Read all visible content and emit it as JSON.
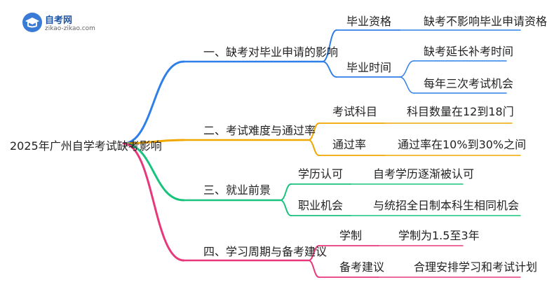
{
  "logo": {
    "name": "自考网",
    "url": "zikao-zikao.com"
  },
  "root": "2025年广州自学考试缺考影响",
  "colors": {
    "b1": "#2f7fe8",
    "b2": "#f0a800",
    "b3": "#19c37d",
    "b4": "#e8387a"
  },
  "branches": [
    {
      "label": "一、缺考对毕业申请的影响",
      "children": [
        {
          "label": "毕业资格",
          "children": [
            "缺考不影响毕业申请资格"
          ]
        },
        {
          "label": "毕业时间",
          "children": [
            "缺考延长补考时间",
            "每年三次考试机会"
          ]
        }
      ]
    },
    {
      "label": "二、考试难度与通过率",
      "children": [
        {
          "label": "考试科目",
          "children": [
            "科目数量在12到18门"
          ]
        },
        {
          "label": "通过率",
          "children": [
            "通过率在10%到30%之间"
          ]
        }
      ]
    },
    {
      "label": "三、就业前景",
      "children": [
        {
          "label": "学历认可",
          "children": [
            "自考学历逐渐被认可"
          ]
        },
        {
          "label": "职业机会",
          "children": [
            "与统招全日制本科生相同机会"
          ]
        }
      ]
    },
    {
      "label": "四、学习周期与备考建议",
      "children": [
        {
          "label": "学制",
          "children": [
            "学制为1.5至3年"
          ]
        },
        {
          "label": "备考建议",
          "children": [
            "合理安排学习和考试计划"
          ]
        }
      ]
    }
  ]
}
